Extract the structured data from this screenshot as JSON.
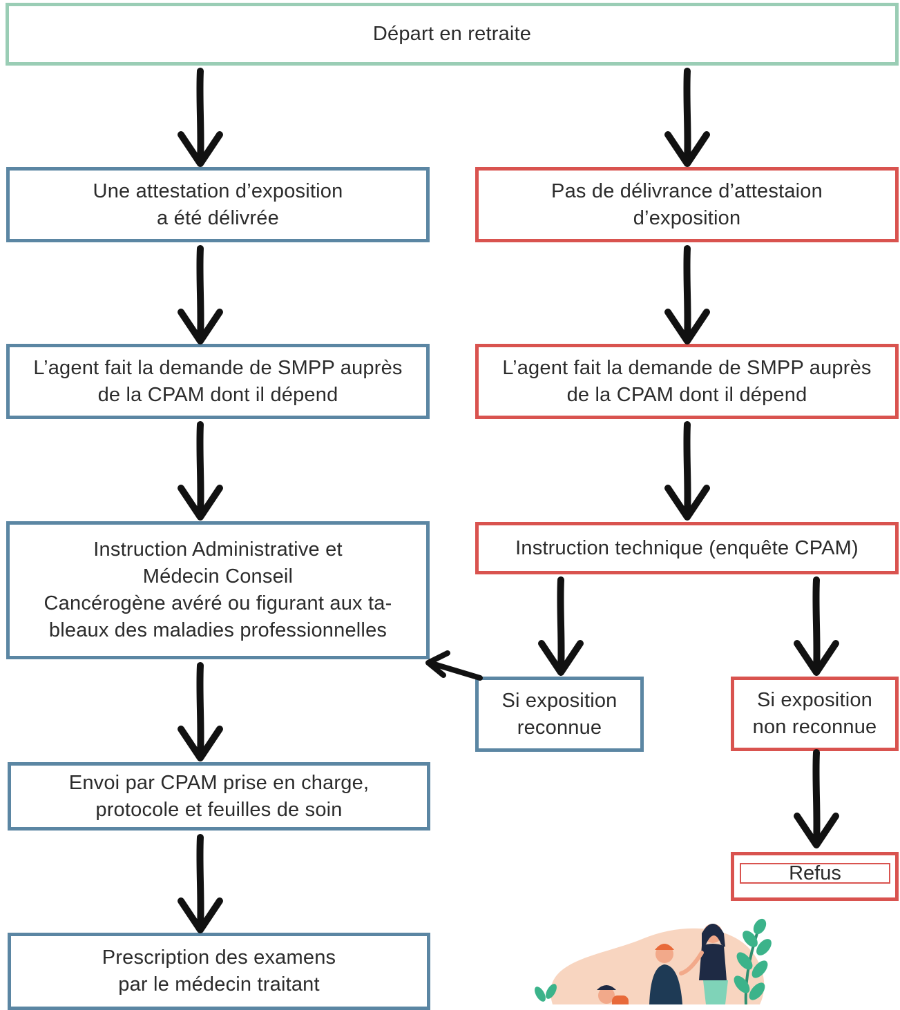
{
  "start": "Départ en retraite",
  "left": {
    "attestation": [
      "Une attestation d’exposition",
      "a été délivrée"
    ],
    "demande": [
      "L’agent fait la demande de SMPP auprès",
      "de la CPAM dont il dépend"
    ],
    "instruction": [
      "Instruction Administrative et",
      "Médecin Conseil",
      "Cancérogène avéré ou figurant aux ta-",
      "bleaux des maladies professionnelles"
    ],
    "envoi": [
      "Envoi par CPAM prise en charge,",
      "protocole et feuilles de soin"
    ],
    "prescription": [
      "Prescription des examens",
      "par le médecin traitant"
    ]
  },
  "right": {
    "no_attestation": [
      "Pas de délivrance d’attestaion",
      "d’exposition"
    ],
    "demande": [
      "L’agent fait la demande de SMPP auprès",
      "de la CPAM dont il dépend"
    ],
    "instruction": "Instruction technique (enquête CPAM)",
    "reconnue": [
      "Si exposition",
      "reconnue"
    ],
    "non_reconnue": [
      "Si exposition",
      "non reconnue"
    ],
    "refus": "Refus"
  },
  "colors": {
    "start": "#9acdb5",
    "accepted": "#5b86a3",
    "refused": "#d9534f",
    "arrow": "#111111"
  }
}
